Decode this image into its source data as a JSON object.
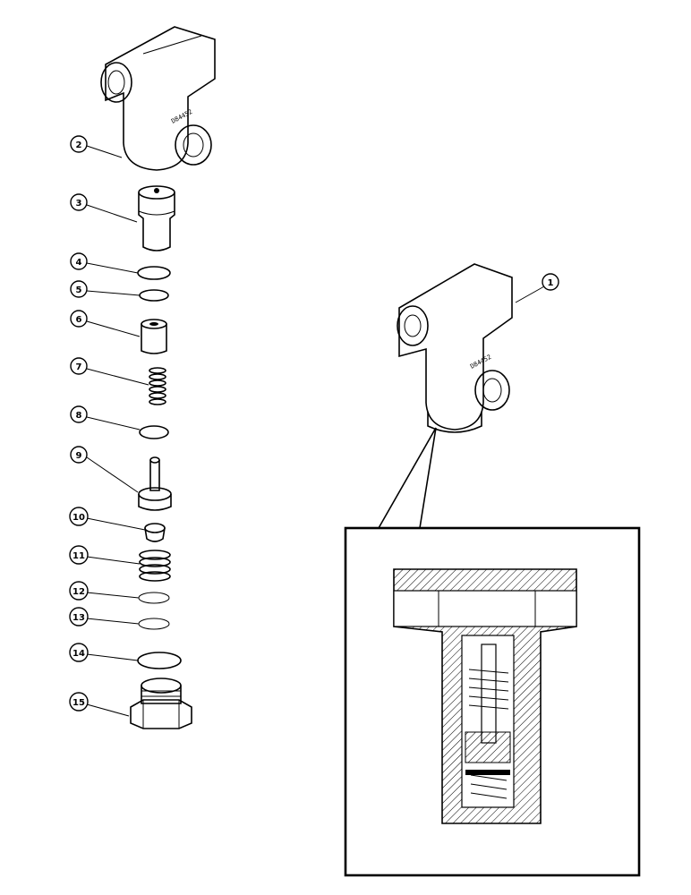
{
  "diagram": {
    "callouts": [
      {
        "label": "1",
        "part": "valve-assembly"
      },
      {
        "label": "2",
        "part": "valve-housing"
      },
      {
        "label": "3",
        "part": "valve-seat"
      },
      {
        "label": "4",
        "part": "o-ring"
      },
      {
        "label": "5",
        "part": "backup-ring"
      },
      {
        "label": "6",
        "part": "sleeve"
      },
      {
        "label": "7",
        "part": "spring-small"
      },
      {
        "label": "8",
        "part": "o-ring"
      },
      {
        "label": "9",
        "part": "poppet"
      },
      {
        "label": "10",
        "part": "retainer"
      },
      {
        "label": "11",
        "part": "spring-large"
      },
      {
        "label": "12",
        "part": "shim"
      },
      {
        "label": "13",
        "part": "shim"
      },
      {
        "label": "14",
        "part": "o-ring"
      },
      {
        "label": "15",
        "part": "plug"
      }
    ],
    "housing_marking": "D84452",
    "line_color": "#000000",
    "background_color": "#ffffff"
  }
}
